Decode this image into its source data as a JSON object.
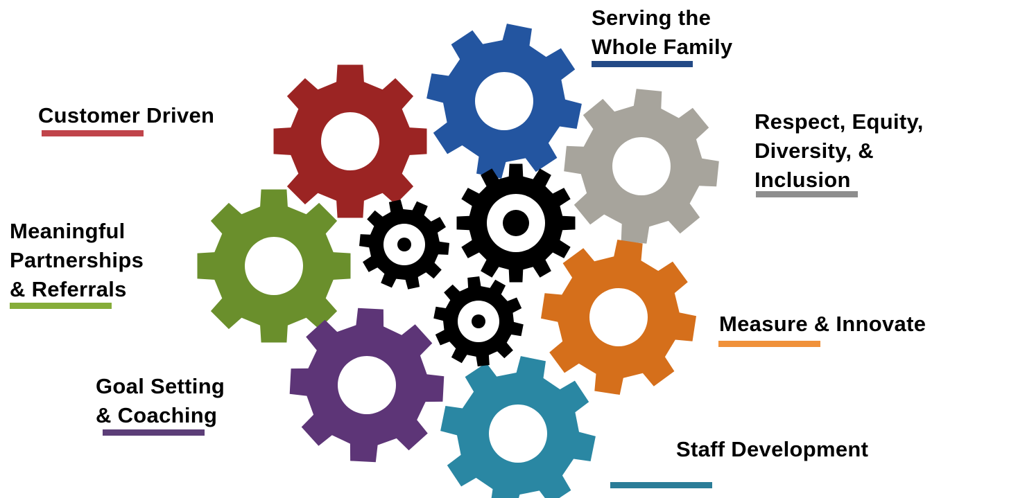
{
  "diagram": {
    "values": [
      {
        "id": "customer-driven",
        "lines": [
          "Customer Driven"
        ],
        "color": "#9b2423",
        "bar_color": "#c0444a"
      },
      {
        "id": "serving-whole-family",
        "lines": [
          "Serving the",
          "Whole Family"
        ],
        "color": "#2355a0",
        "bar_color": "#234a86"
      },
      {
        "id": "respect-equity",
        "lines": [
          "Respect, Equity,",
          "Diversity, &",
          "Inclusion"
        ],
        "color": "#a7a49c",
        "bar_color": "#8e8e8e"
      },
      {
        "id": "meaningful-partnerships",
        "lines": [
          "Meaningful",
          "Partnerships",
          "& Referrals"
        ],
        "color": "#6a8f2c",
        "bar_color": "#86ad3a"
      },
      {
        "id": "measure-innovate",
        "lines": [
          "Measure & Innovate"
        ],
        "color": "#d56f1b",
        "bar_color": "#f0913a"
      },
      {
        "id": "goal-setting",
        "lines": [
          "Goal Setting",
          "& Coaching"
        ],
        "color": "#5d3577",
        "bar_color": "#5c3e78"
      },
      {
        "id": "staff-development",
        "lines": [
          "Staff Development"
        ],
        "color": "#2a87a3",
        "bar_color": "#2b7d98"
      }
    ],
    "center_gear_color": "#000000"
  }
}
